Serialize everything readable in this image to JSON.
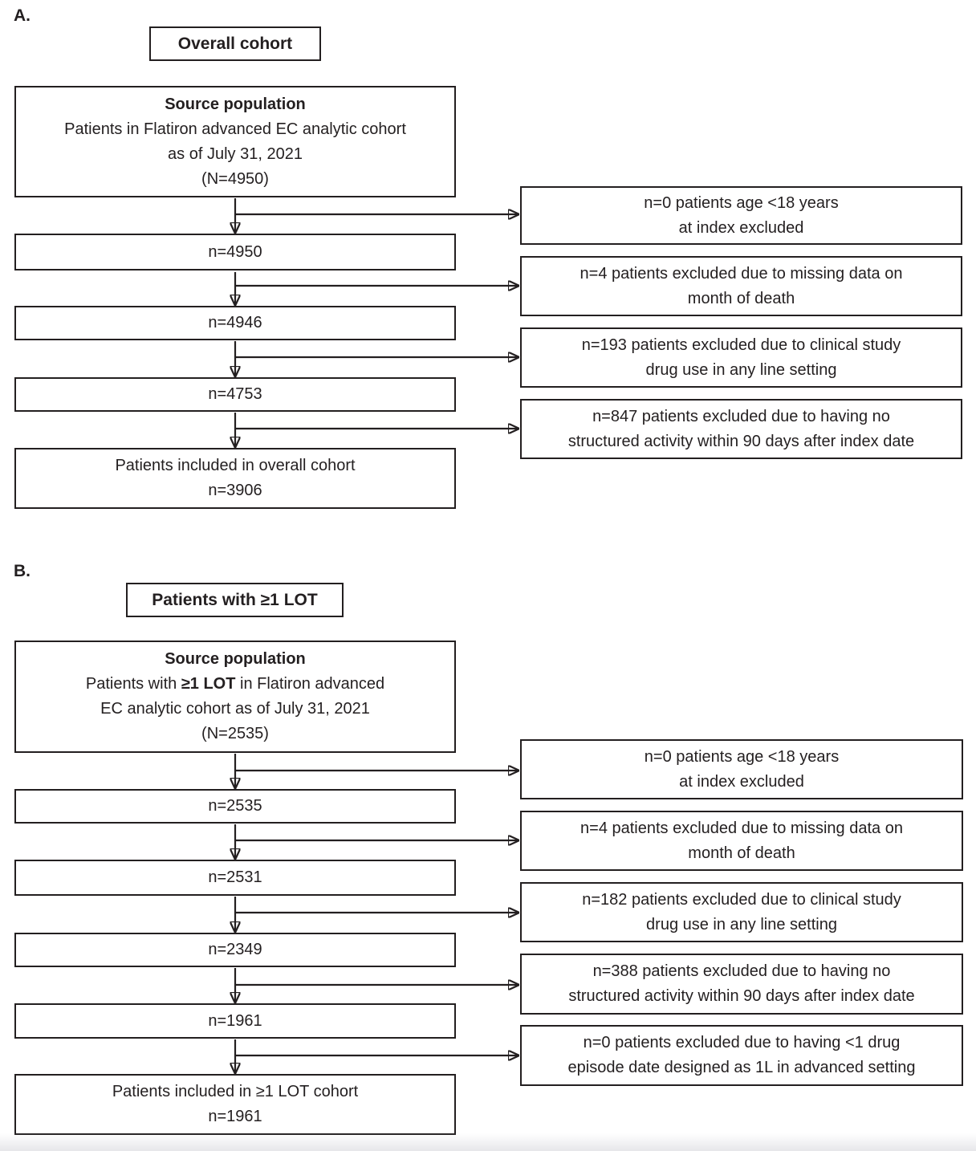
{
  "panelA": {
    "label": "A.",
    "title": "Overall cohort",
    "source": {
      "heading": "Source population",
      "line1": "Patients in Flatiron advanced EC analytic cohort",
      "line2": "as of July 31, 2021",
      "line3": "(N=4950)"
    },
    "steps": [
      "n=4950",
      "n=4946",
      "n=4753"
    ],
    "final": {
      "line1": "Patients included in overall cohort",
      "line2": "n=3906"
    },
    "exclusions": [
      {
        "line1": "n=0 patients age <18 years",
        "line2": "at index excluded"
      },
      {
        "line1": "n=4 patients excluded due to missing data on",
        "line2": "month of death"
      },
      {
        "line1": "n=193 patients excluded due to clinical study",
        "line2": "drug use in any line setting"
      },
      {
        "line1": "n=847 patients excluded due to having no",
        "line2": "structured activity within 90 days after index date"
      }
    ]
  },
  "panelB": {
    "label": "B.",
    "title": "Patients with ≥1 LOT",
    "source": {
      "heading": "Source population",
      "line1_prefix": "Patients with ",
      "line1_bold": "≥1 LOT",
      "line1_suffix": " in Flatiron advanced",
      "line2": "EC analytic cohort as of July 31, 2021",
      "line3": "(N=2535)"
    },
    "steps": [
      "n=2535",
      "n=2531",
      "n=2349",
      "n=1961"
    ],
    "final": {
      "line1": "Patients included in ≥1 LOT cohort",
      "line2": "n=1961"
    },
    "exclusions": [
      {
        "line1": "n=0 patients age <18 years",
        "line2": "at index excluded"
      },
      {
        "line1": "n=4 patients excluded due to missing data on",
        "line2": "month of death"
      },
      {
        "line1": "n=182 patients excluded due to clinical study",
        "line2": "drug use in any line setting"
      },
      {
        "line1": "n=388 patients excluded due to having no",
        "line2": "structured activity within 90 days after index date"
      },
      {
        "line1": "n=0 patients excluded due to having <1 drug",
        "line2": "episode date designed as 1L in advanced setting"
      }
    ]
  },
  "colors": {
    "ink": "#231f20",
    "background": "#ffffff"
  }
}
